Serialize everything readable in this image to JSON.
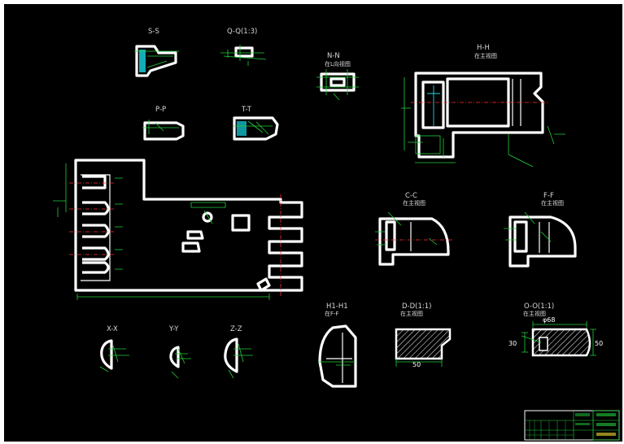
{
  "views": {
    "ss": {
      "title": "S-S"
    },
    "qq": {
      "title": "Q-Q(1:3)"
    },
    "nn": {
      "title": "N-N",
      "subtitle": "在L向视图"
    },
    "hh": {
      "title": "H-H",
      "subtitle": "在主视图"
    },
    "pp": {
      "title": "P-P"
    },
    "tt": {
      "title": "T-T"
    },
    "cc": {
      "title": "C-C",
      "subtitle": "在主视图"
    },
    "ff": {
      "title": "F-F",
      "subtitle": "在主视图"
    },
    "xx": {
      "title": "X-X"
    },
    "yy": {
      "title": "Y-Y"
    },
    "zz": {
      "title": "Z-Z"
    },
    "h1h1": {
      "title": "H1-H1",
      "subtitle": "在F-F"
    },
    "dd": {
      "title": "D-D(1:1)",
      "subtitle": "在主视图"
    },
    "oo": {
      "title": "O-O(1:1)",
      "subtitle": "在主视图"
    }
  },
  "dimensions": {
    "dd_width": "50",
    "oo_diameter": "φ68",
    "oo_left": "30",
    "oo_right": "50"
  },
  "colors": {
    "background": "#000000",
    "outline": "#ffffff",
    "dimension": "#1fd13a",
    "hidden": "#19d7e6",
    "centerline": "#ff3030"
  }
}
